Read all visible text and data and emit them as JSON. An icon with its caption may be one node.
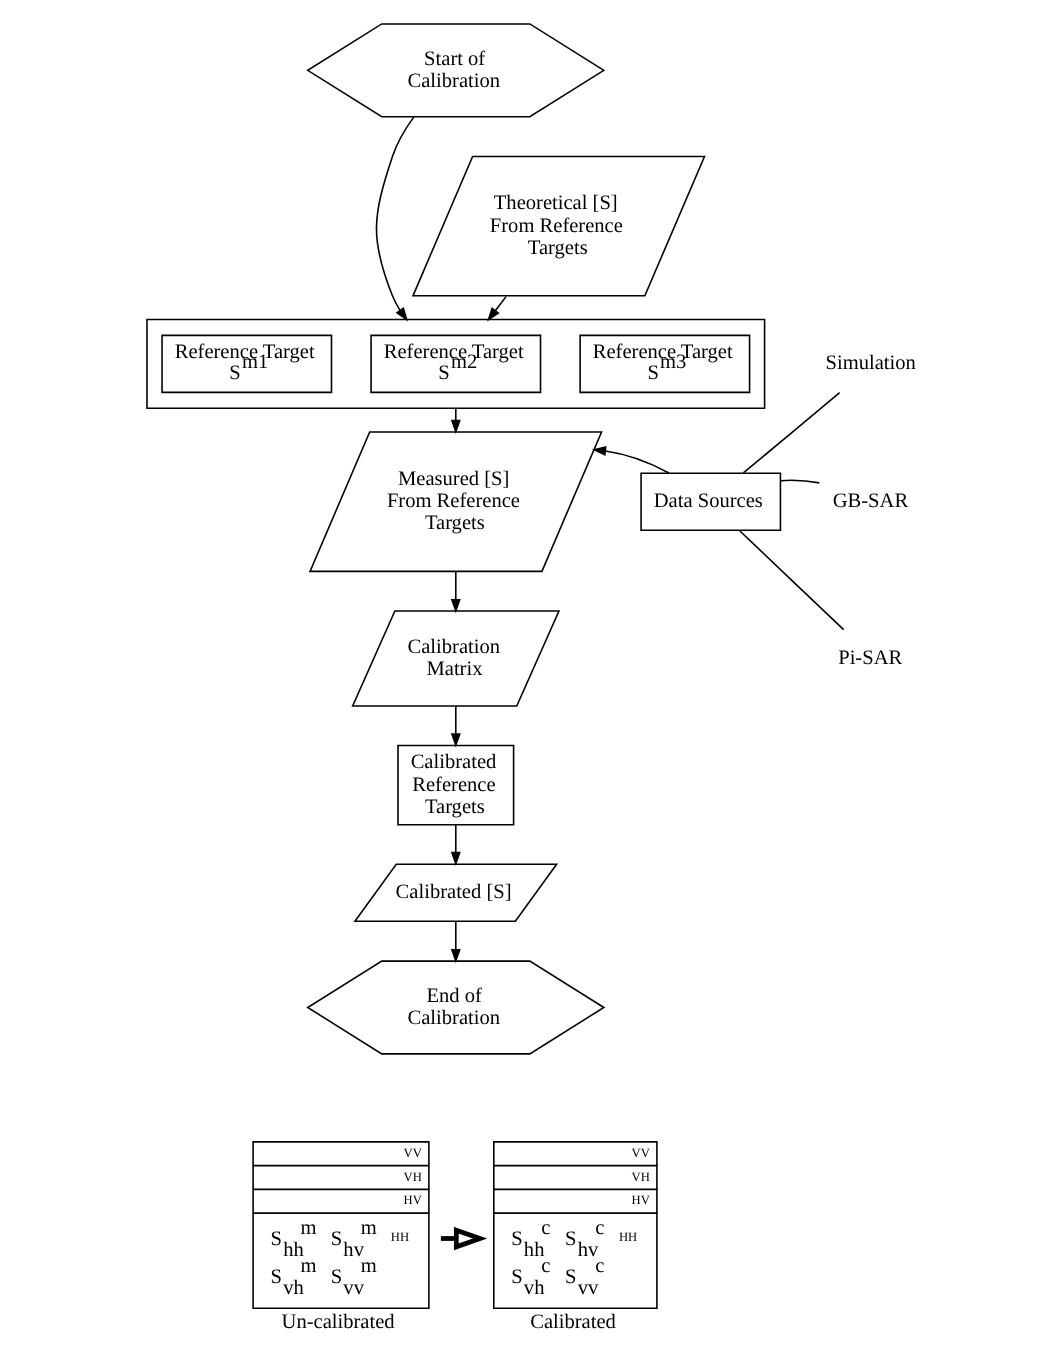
{
  "diagram": {
    "nodes": [
      {
        "text": [
          "Start of Calibration"
        ]
      },
      {
        "text": [],
        "shape": "box"
      },
      {
        "text": [
          "Reference Target S$^{m1}$"
        ],
        "in": 1
      },
      {
        "text": [
          "Reference Target S$^{m2}$"
        ],
        "in": 1
      },
      {
        "text": [
          "Reference Target S$^{m3}$"
        ],
        "in": 1
      },
      {
        "text": [
          "Theoretical [S] From Reference Targets"
        ]
      },
      {
        "text": [
          "Measured [S] From Reference Targets"
        ]
      },
      {
        "text": [
          "Data Sources"
        ]
      },
      {
        "text": [
          "Simulation"
        ]
      },
      {
        "text": [
          "GB-SAR"
        ]
      },
      {
        "text": [
          "Pi-SAR"
        ]
      },
      {
        "text": [
          "Calibration Matrix"
        ]
      },
      {
        "text": [
          "Calibrated Reference Targets"
        ]
      },
      {
        "text": [
          "Calibrated [S]"
        ]
      },
      {
        "text": [
          "End of Calibration"
        ]
      },
      {
        "text": [
          "VV",
          "VH",
          "HV",
          "S$_{hh}$$^{m}$",
          "S$_{hv}$$^{m}$",
          "HH",
          "S$_{vh}$$^{m}$",
          "S$_{vv}$$^{m}$"
        ],
        "beside": [
          "Un-calibrated"
        ]
      },
      {
        "text": [
          "VV",
          "VH",
          "HV",
          "S$_{hh}$$^{c}$",
          "S$_{hv}$$^{c}$",
          "HH",
          "S$_{vh}$$^{c}$",
          "S$_{vv}$$^{c}$"
        ],
        "beside": [
          "Calibrated"
        ]
      }
    ],
    "edges": [
      {
        "from": 0,
        "to": 1,
        "arrow": "to"
      },
      {
        "from": 5,
        "to": 1,
        "arrow": "to"
      },
      {
        "from": 1,
        "to": 6,
        "arrow": "to"
      },
      {
        "from": 7,
        "to": 6,
        "arrow": "to"
      },
      {
        "from": 8,
        "to": 7,
        "arrow": "none"
      },
      {
        "from": 9,
        "to": 7,
        "arrow": "none"
      },
      {
        "from": 10,
        "to": 7,
        "arrow": "none"
      },
      {
        "from": 6,
        "to": 11,
        "arrow": "to"
      },
      {
        "from": 11,
        "to": 12,
        "arrow": "to"
      },
      {
        "from": 12,
        "to": 13,
        "arrow": "to"
      },
      {
        "from": 13,
        "to": 14,
        "arrow": "to"
      },
      {
        "from": 15,
        "to": 16,
        "arrow": "to",
        "style": "thick"
      }
    ]
  }
}
